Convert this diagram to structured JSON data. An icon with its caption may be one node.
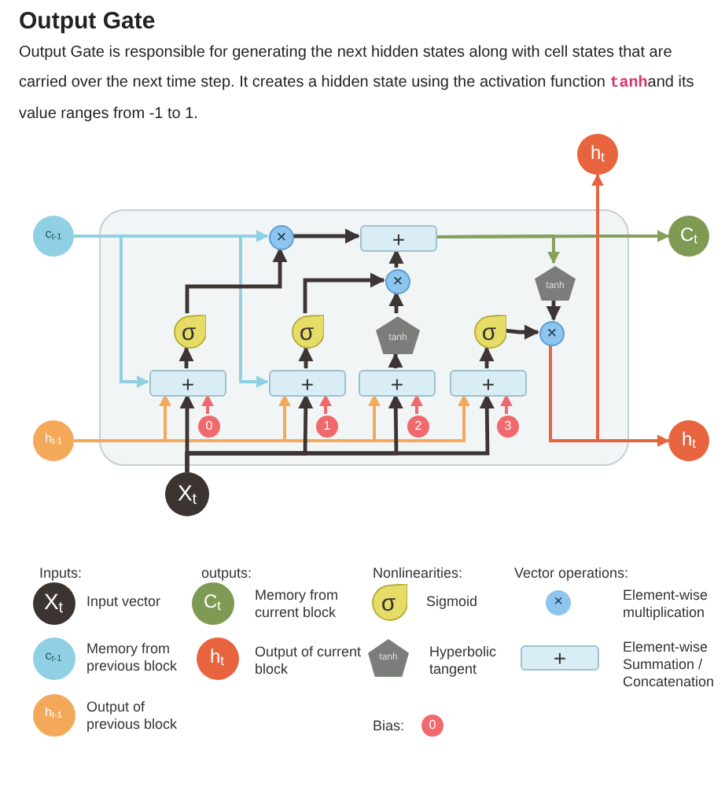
{
  "diagram": {
    "title": "Output Gate",
    "nodes": [
      {
        "text": [],
        "shape": "box"
      },
      {
        "text": [
          "c$_{t-1}$"
        ]
      },
      {
        "text": [
          "h$_{t-1}$"
        ]
      },
      {
        "text": [
          "X$_{t}$"
        ]
      },
      {
        "text": [
          "h$_{t}$"
        ]
      },
      {
        "text": [
          "C$_{t}$"
        ]
      },
      {
        "text": [
          "h$_{t}$"
        ]
      },
      {
        "text": [
          "×"
        ],
        "in": 0
      },
      {
        "text": [
          "+"
        ],
        "in": 0
      },
      {
        "text": [
          "×"
        ],
        "in": 0
      },
      {
        "text": [
          "tanh"
        ],
        "in": 0
      },
      {
        "text": [
          "×"
        ],
        "in": 0
      },
      {
        "text": [
          "σ"
        ],
        "in": 0
      },
      {
        "text": [
          "σ"
        ],
        "in": 0
      },
      {
        "text": [
          "tanh"
        ],
        "in": 0
      },
      {
        "text": [
          "σ"
        ],
        "in": 0
      },
      {
        "text": [
          "+"
        ],
        "in": 0
      },
      {
        "text": [
          "+"
        ],
        "in": 0
      },
      {
        "text": [
          "+"
        ],
        "in": 0
      },
      {
        "text": [
          "+"
        ],
        "in": 0
      },
      {
        "text": [
          "0"
        ],
        "in": 0
      },
      {
        "text": [
          "1"
        ],
        "in": 0
      },
      {
        "text": [
          "2"
        ],
        "in": 0
      },
      {
        "text": [
          "3"
        ],
        "in": 0
      }
    ],
    "edges": [
      {
        "from": 1,
        "to": 7,
        "arrow": "to",
        "color": "#8fd0e4"
      },
      {
        "from": 1,
        "to": 16,
        "arrow": "to",
        "color": "#8fd0e4"
      },
      {
        "from": 1,
        "to": 17,
        "arrow": "to",
        "color": "#8fd0e4"
      },
      {
        "from": 2,
        "to": 16,
        "arrow": "to",
        "color": "#f4a95a"
      },
      {
        "from": 2,
        "to": 17,
        "arrow": "to",
        "color": "#f4a95a"
      },
      {
        "from": 2,
        "to": 18,
        "arrow": "to",
        "color": "#f4a95a"
      },
      {
        "from": 2,
        "to": 19,
        "arrow": "to",
        "color": "#f4a95a"
      },
      {
        "from": 3,
        "to": 16,
        "arrow": "to"
      },
      {
        "from": 3,
        "to": 17,
        "arrow": "to"
      },
      {
        "from": 3,
        "to": 18,
        "arrow": "to"
      },
      {
        "from": 3,
        "to": 19,
        "arrow": "to"
      },
      {
        "from": 20,
        "to": 16,
        "arrow": "to",
        "color": "#f0696d"
      },
      {
        "from": 21,
        "to": 17,
        "arrow": "to",
        "color": "#f0696d"
      },
      {
        "from": 22,
        "to": 18,
        "arrow": "to",
        "color": "#f0696d"
      },
      {
        "from": 23,
        "to": 19,
        "arrow": "to",
        "color": "#f0696d"
      },
      {
        "from": 16,
        "to": 12,
        "arrow": "to"
      },
      {
        "from": 17,
        "to": 13,
        "arrow": "to"
      },
      {
        "from": 18,
        "to": 14,
        "arrow": "to"
      },
      {
        "from": 19,
        "to": 15,
        "arrow": "to"
      },
      {
        "from": 12,
        "to": 7,
        "arrow": "to"
      },
      {
        "from": 13,
        "to": 9,
        "arrow": "to"
      },
      {
        "from": 14,
        "to": 9,
        "arrow": "to"
      },
      {
        "from": 7,
        "to": 8,
        "arrow": "to"
      },
      {
        "from": 9,
        "to": 8,
        "arrow": "to"
      },
      {
        "from": 8,
        "to": 5,
        "arrow": "to",
        "color": "#86a05a"
      },
      {
        "from": 8,
        "to": 10,
        "arrow": "to",
        "color": "#86a05a"
      },
      {
        "from": 10,
        "to": 11,
        "arrow": "to"
      },
      {
        "from": 15,
        "to": 11,
        "arrow": "to"
      },
      {
        "from": 11,
        "to": 6,
        "arrow": "to",
        "color": "#e8643f"
      },
      {
        "from": 11,
        "to": 4,
        "arrow": "to",
        "color": "#e8643f"
      }
    ],
    "labels": [
      "Output Gate is responsible for generating the next hidden states along with cell states that are carried over the next time step. It creates a hidden state using the activation function **tanh**and its value ranges from -1 to 1.",
      "Inputs:",
      "outputs:",
      "Nonlinearities:",
      "Vector operations:",
      "X$_{t}$",
      "C$_{t}$",
      "σ",
      "×",
      "c$_{t-1}$",
      "h$_{t}$",
      "tanh",
      "+",
      "h$_{t-1}$",
      "0"
    ],
    "legend": [
      {
        "text": "Input vector",
        "color": "#3b3431"
      },
      {
        "text": "Memory from current block",
        "color": "#7f9a53"
      },
      {
        "text": "Sigmoid"
      },
      {
        "text": "Element-wise multiplication",
        "color": "#8ec5ee"
      },
      {
        "text": "Memory from previous block",
        "color": "#8fd0e4"
      },
      {
        "text": "Output of current block",
        "color": "#e8643f"
      },
      {
        "text": "Hyperbolic tangent"
      },
      {
        "text": "Element-wise Summation / Concatenation"
      },
      {
        "text": "Output of previous block",
        "color": "#f4a95a"
      },
      {
        "text": "Bias:",
        "color": "#f0696d"
      }
    ]
  }
}
